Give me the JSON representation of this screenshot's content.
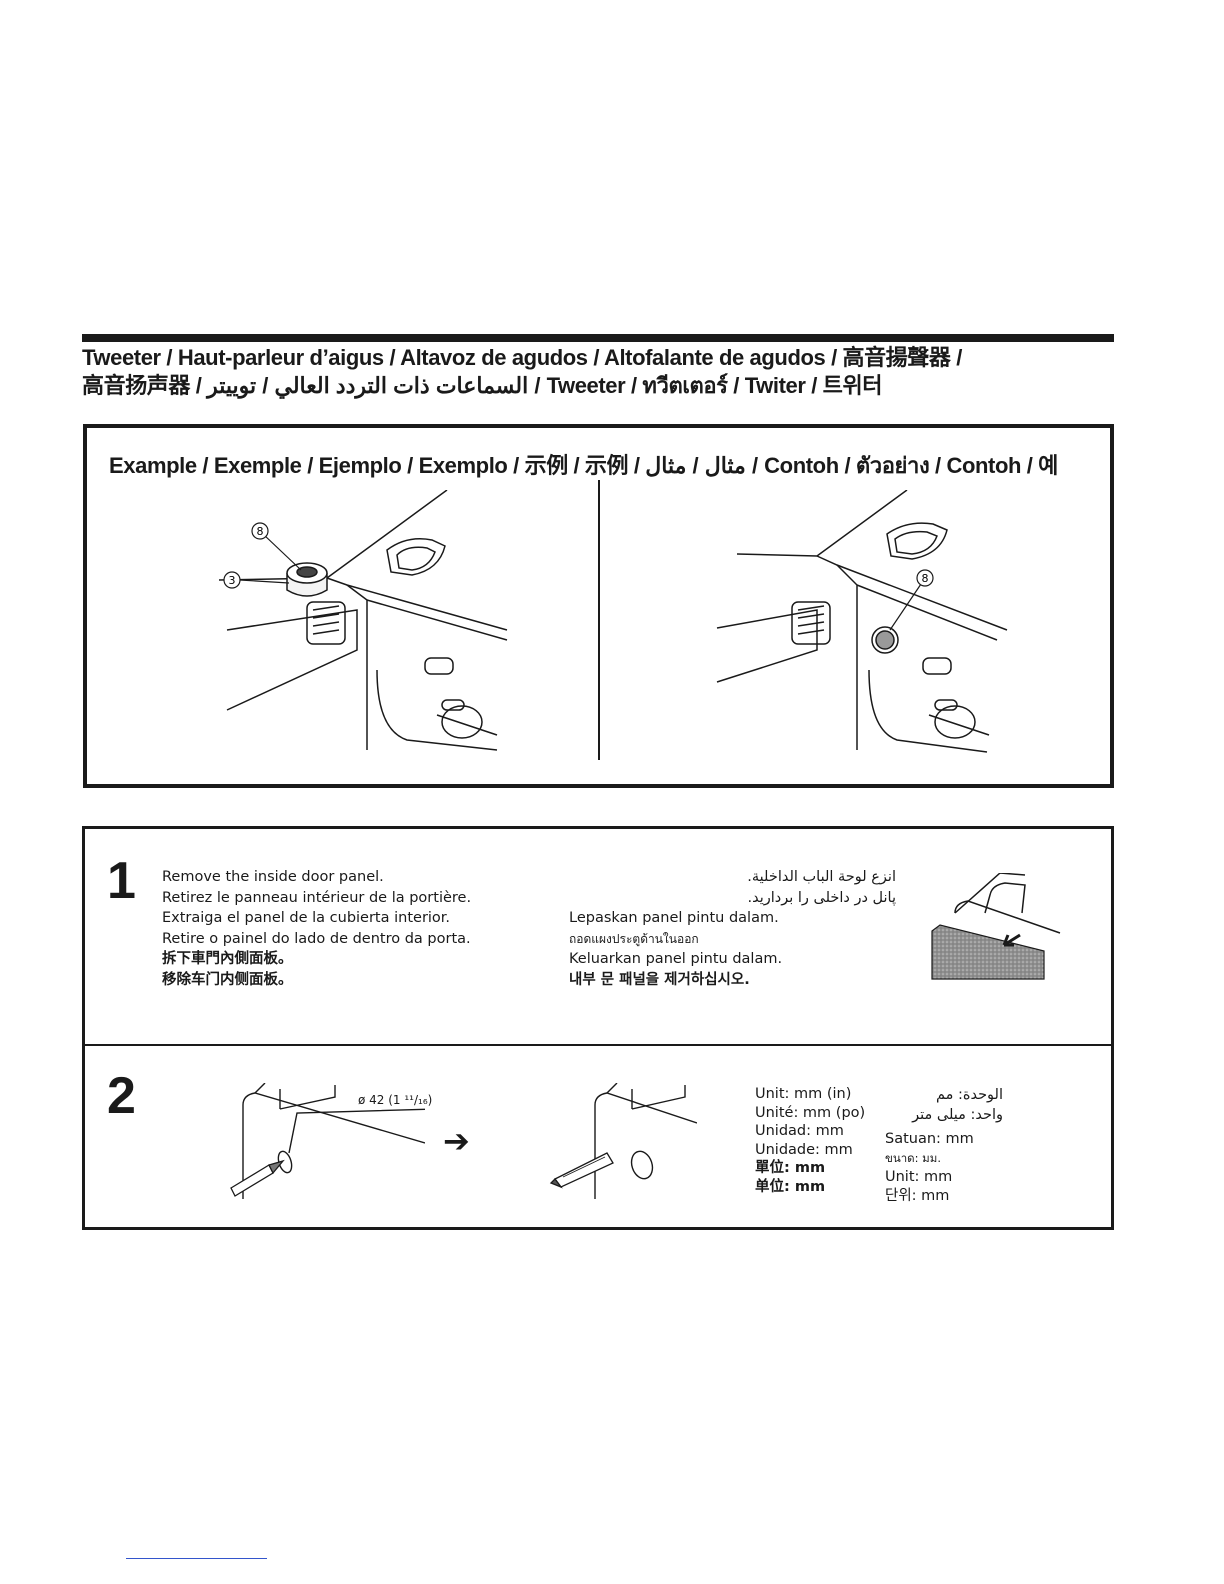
{
  "section": {
    "heading_line1": "Tweeter / Haut-parleur d’aigus / Altavoz de agudos / Altofalante de agudos / 高音揚聲器 /",
    "heading_line2": "高音扬声器 / السماعات ذات التردد العالي / توییتر / Tweeter / ทวีตเตอร์ / Twiter / 트위터"
  },
  "example": {
    "title": "Example / Exemple / Ejemplo / Exemplo / 示例 / 示例 / مثال / مثال / Contoh / ตัวอย่าง / Contoh / 예",
    "left_callouts": [
      "8",
      "3"
    ],
    "right_callouts": [
      "8"
    ]
  },
  "steps": [
    {
      "number": "1",
      "col1": [
        "Remove the inside door panel.",
        "Retirez le panneau intérieur de la portière.",
        "Extraiga el panel de la cubierta interior.",
        "Retire o painel do lado de dentro da porta.",
        "拆下車門內側面板。",
        "移除车门内侧面板。"
      ],
      "col2_rtl": [
        "انزع لوحة الباب الداخلية.",
        "پانل در داخلی را بردارید."
      ],
      "col2": [
        "Lepaskan panel pintu dalam.",
        "ถอดแผงประตูด้านในออก",
        "Keluarkan panel pintu dalam.",
        "내부 문 패널을 제거하십시오."
      ]
    },
    {
      "number": "2",
      "dimension": "ø 42 (1 ¹¹/₁₆)",
      "units_col1": [
        "Unit: mm (in)",
        "Unité: mm (po)",
        "Unidad: mm",
        "Unidade: mm",
        "單位: mm",
        "单位: mm"
      ],
      "units_col2_rtl": [
        "الوحدة: مم",
        "واحد: میلی متر"
      ],
      "units_col2": [
        "Satuan: mm",
        "ขนาด: มม.",
        "Unit: mm",
        "단위: mm"
      ]
    }
  ]
}
